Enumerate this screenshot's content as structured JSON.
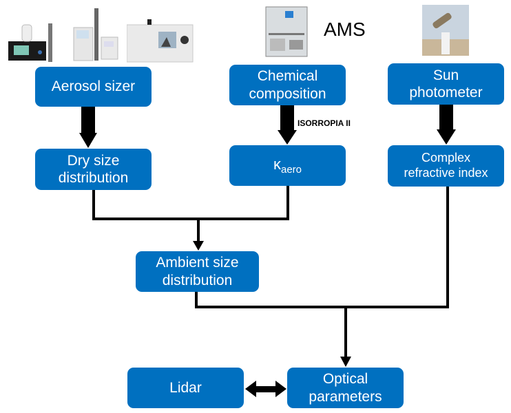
{
  "diagram": {
    "labels": {
      "ams": "AMS",
      "isorropia": "ISORROPIA II"
    },
    "nodes": {
      "aerosol_sizer": "Aerosol sizer",
      "chemical_composition_1": "Chemical",
      "chemical_composition_2": "composition",
      "sun_photometer_1": "Sun",
      "sun_photometer_2": "photometer",
      "dry_size_1": "Dry size",
      "dry_size_2": "distribution",
      "kappa_symbol": "κ",
      "kappa_sub": "aero",
      "complex_ri_1": "Complex",
      "complex_ri_2": "refractive index",
      "ambient_1": "Ambient size",
      "ambient_2": "distribution",
      "lidar": "Lidar",
      "optical_1": "Optical",
      "optical_2": "parameters"
    },
    "instrument_images": [
      "aerosol-sizer-instrument-1",
      "aerosol-sizer-instrument-2",
      "aerosol-sizer-instrument-3",
      "ams-instrument",
      "sun-photometer-instrument"
    ],
    "colors": {
      "box": "#0070c0",
      "text": "#ffffff",
      "arrow": "#000000"
    }
  }
}
